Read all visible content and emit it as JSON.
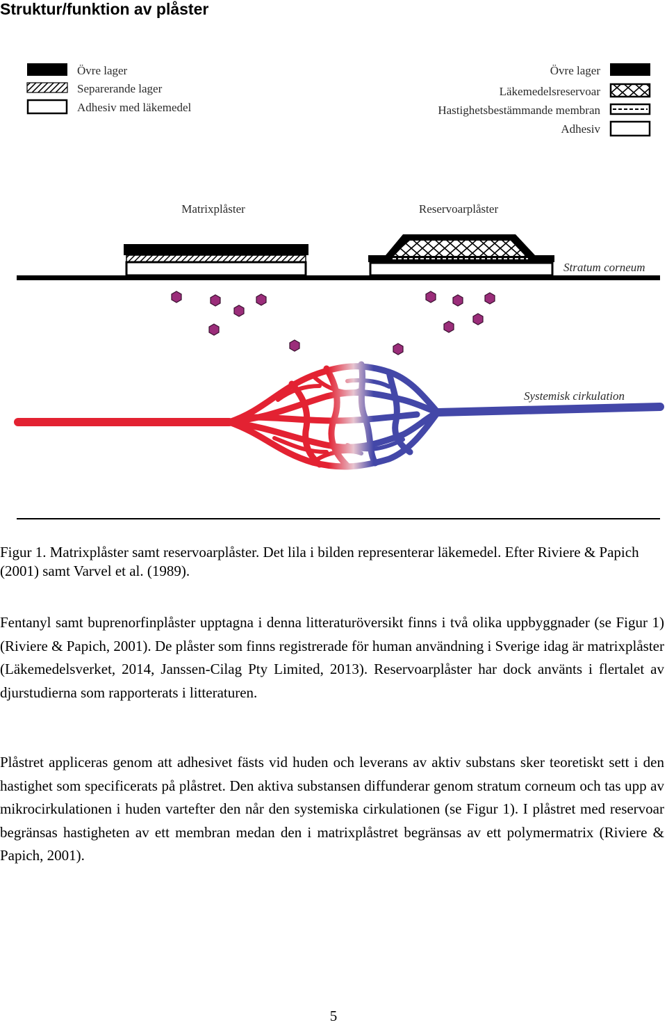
{
  "heading": "Struktur/funktion av plåster",
  "figure": {
    "legend_left": [
      {
        "swatch": "solid",
        "label": "Övre lager"
      },
      {
        "swatch": "hatched",
        "label": "Separerande lager"
      },
      {
        "swatch": "outline",
        "label": "Adhesiv med läkemedel"
      }
    ],
    "legend_right": [
      {
        "swatch": "solid",
        "label": "Övre lager"
      },
      {
        "swatch": "diamond",
        "label": "Läkemedelsreservoar"
      },
      {
        "swatch": "dashed",
        "label": "Hastighetsbestämmande membran"
      },
      {
        "swatch": "outline",
        "label": "Adhesiv"
      }
    ],
    "label_matrix": "Matrixplåster",
    "label_reservoir": "Reservoarplåster",
    "label_stratum": "Stratum corneum",
    "label_systemic": "Systemisk cirkulation",
    "colors": {
      "drug": "#9b2d7a",
      "arterial": "#e32232",
      "venous": "#4347a8",
      "layer": "#000000"
    }
  },
  "caption": "Figur 1. Matrixplåster samt reservoarplåster. Det lila i bilden representerar läkemedel. Efter Riviere & Papich (2001) samt Varvel et al. (1989).",
  "paragraphs": [
    "Fentanyl samt buprenorfinplåster upptagna i denna litteraturöversikt finns i två olika uppbyggnader (se Figur 1) (Riviere & Papich, 2001). De plåster som finns registrerade för human användning i Sverige idag är matrixplåster (Läkemedelsverket, 2014, Janssen-Cilag Pty Limited, 2013). Reservoarplåster har dock använts i flertalet av djurstudierna som rapporterats i litteraturen.",
    "Plåstret appliceras genom att adhesivet fästs vid huden och leverans av aktiv substans sker teoretiskt sett i den hastighet som specificerats på plåstret. Den aktiva substansen diffunderar genom stratum corneum och tas upp av mikrocirkulationen i huden vartefter den når den systemiska cirkulationen (se Figur 1). I plåstret med reservoar begränsas hastigheten av ett membran medan den i matrixplåstret begränsas av ett polymermatrix (Riviere & Papich, 2001)."
  ],
  "page_number": "5"
}
